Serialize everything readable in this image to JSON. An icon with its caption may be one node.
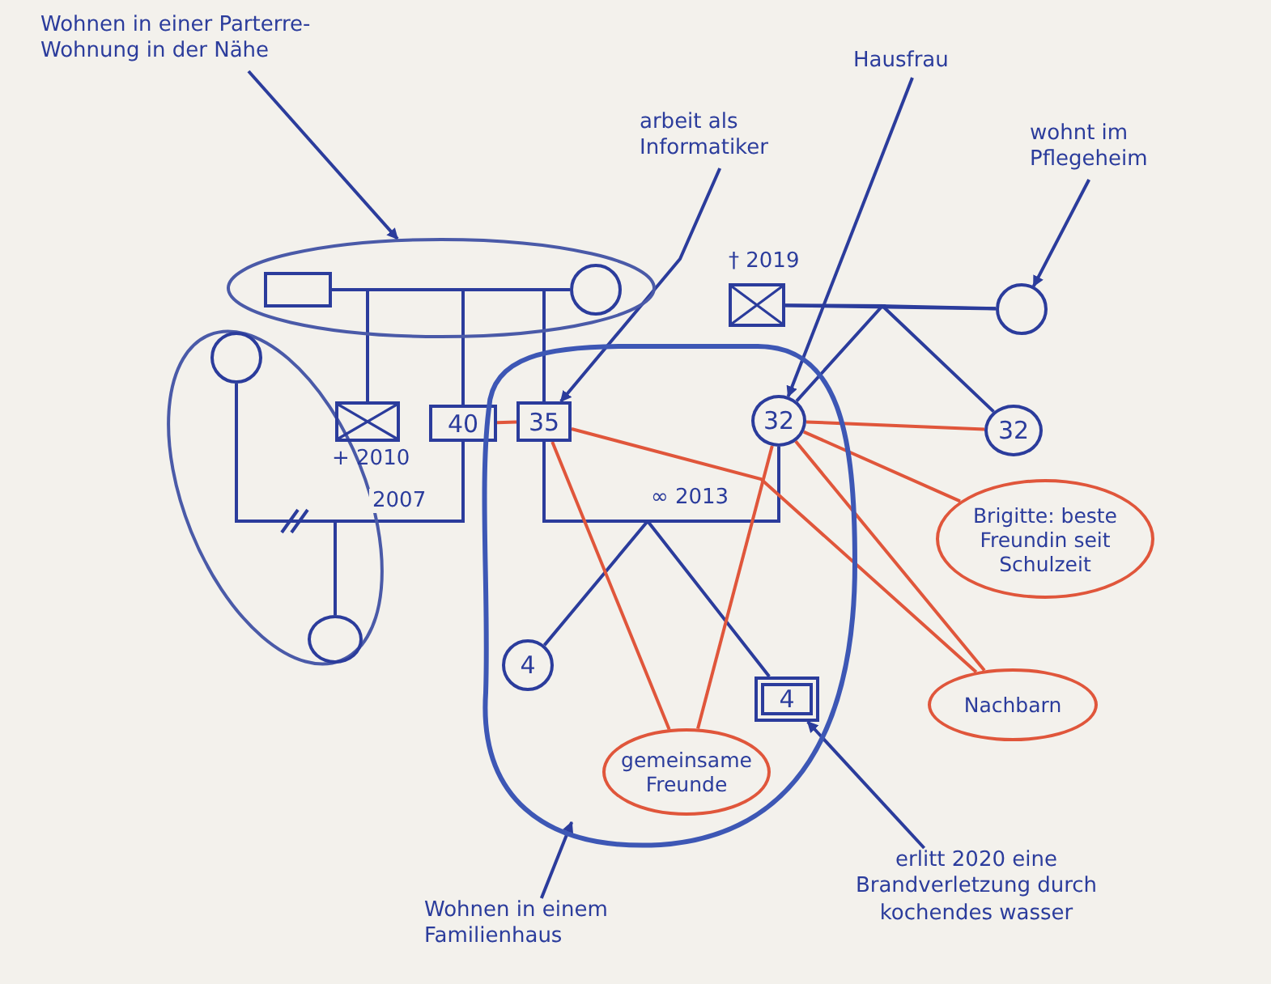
{
  "diagram": {
    "nodes": [
      {
        "text": [
          "Wohnen in einer Parterre-Wohnung in der Nähe"
        ]
      },
      {
        "text": [],
        "shape": "ellipse"
      },
      {
        "text": [],
        "shape": "box",
        "in": 1
      },
      {
        "text": [],
        "shape": "circle",
        "in": 1
      },
      {
        "text": [],
        "shape": "ellipse"
      },
      {
        "text": [],
        "shape": "circle",
        "in": 4
      },
      {
        "text": [],
        "shape": "circle",
        "in": 4
      },
      {
        "text": [],
        "shape": "box",
        "beside": [
          "+ 2010"
        ]
      },
      {
        "text": [
          "40"
        ]
      },
      {
        "text": [],
        "shape": "blob"
      },
      {
        "text": [
          "35"
        ],
        "in": 9
      },
      {
        "text": [
          "32"
        ],
        "in": 9
      },
      {
        "text": [
          "4"
        ],
        "in": 9
      },
      {
        "text": [
          "4"
        ],
        "in": 9
      },
      {
        "text": [
          "gemeinsame Freunde"
        ],
        "in": 9
      },
      {
        "text": [],
        "shape": "box",
        "beside": [
          "† 2019"
        ]
      },
      {
        "text": [],
        "shape": "circle"
      },
      {
        "text": [
          "32"
        ]
      },
      {
        "text": [
          "Brigitte: beste Freundin seit Schulzeit"
        ]
      },
      {
        "text": [
          "Nachbarn"
        ]
      },
      {
        "text": [
          "arbeit als Informatiker"
        ]
      },
      {
        "text": [
          "Hausfrau"
        ]
      },
      {
        "text": [
          "wohnt im Pflegeheim"
        ]
      },
      {
        "text": [
          "erlitt 2020 eine Brandverletzung durch kochendes wasser"
        ]
      },
      {
        "text": [
          "Wohnen in einem Familienhaus"
        ]
      }
    ],
    "edges": [
      {
        "from": 0,
        "to": 1,
        "arrow": "to"
      },
      {
        "from": 2,
        "to": 3,
        "arrow": "none"
      },
      {
        "from": 2,
        "to": 7,
        "arrow": "none"
      },
      {
        "from": 2,
        "to": 8,
        "arrow": "none"
      },
      {
        "from": 2,
        "to": 10,
        "arrow": "none"
      },
      {
        "from": 5,
        "to": 8,
        "arrow": "none",
        "label": "2007"
      },
      {
        "from": 5,
        "to": 6,
        "arrow": "none"
      },
      {
        "from": 8,
        "to": 10,
        "arrow": "none",
        "color": "#e0563b"
      },
      {
        "from": 10,
        "to": 11,
        "arrow": "none",
        "label": "∞ 2013"
      },
      {
        "from": 10,
        "to": 12,
        "arrow": "none"
      },
      {
        "from": 11,
        "to": 13,
        "arrow": "none"
      },
      {
        "from": 15,
        "to": 16,
        "arrow": "none"
      },
      {
        "from": 15,
        "to": 11,
        "arrow": "none"
      },
      {
        "from": 16,
        "to": 17,
        "arrow": "none"
      },
      {
        "from": 11,
        "to": 17,
        "arrow": "none",
        "color": "#e0563b"
      },
      {
        "from": 11,
        "to": 18,
        "arrow": "none",
        "color": "#e0563b"
      },
      {
        "from": 11,
        "to": 19,
        "arrow": "none",
        "color": "#e0563b"
      },
      {
        "from": 10,
        "to": 19,
        "arrow": "none",
        "color": "#e0563b"
      },
      {
        "from": 10,
        "to": 14,
        "arrow": "none",
        "color": "#e0563b"
      },
      {
        "from": 11,
        "to": 14,
        "arrow": "none",
        "color": "#e0563b"
      },
      {
        "from": 20,
        "to": 10,
        "arrow": "to"
      },
      {
        "from": 21,
        "to": 11,
        "arrow": "to"
      },
      {
        "from": 22,
        "to": 16,
        "arrow": "to"
      },
      {
        "from": 23,
        "to": 13,
        "arrow": "to"
      },
      {
        "from": 24,
        "to": 9,
        "arrow": "to"
      }
    ]
  }
}
